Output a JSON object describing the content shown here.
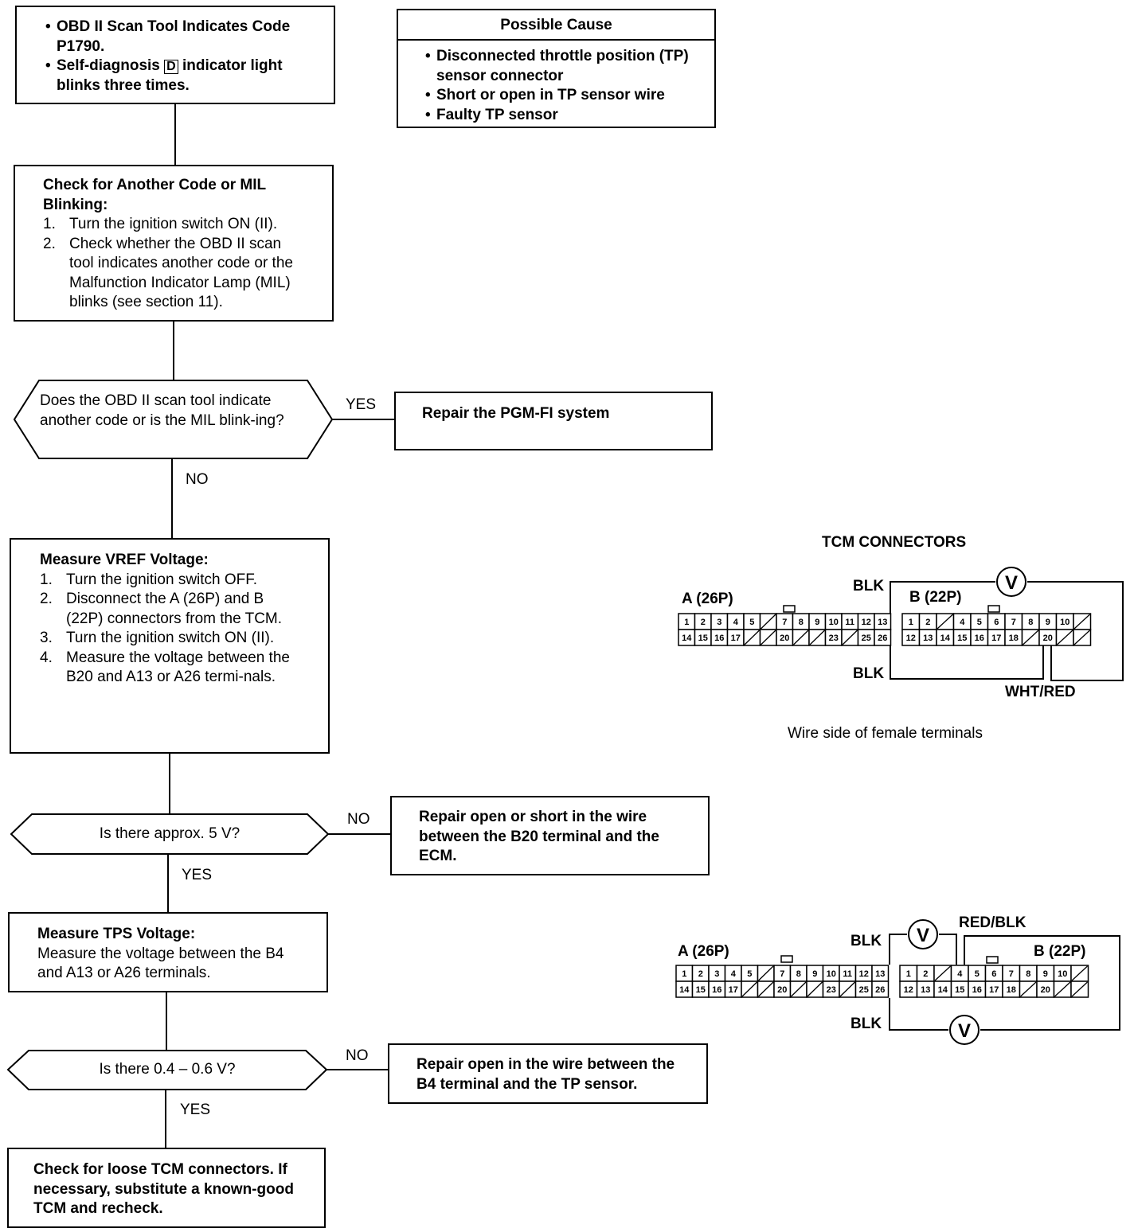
{
  "start": {
    "line1": "OBD II Scan Tool Indicates Code P1790.",
    "line2_a": "Self-diagnosis",
    "line2_d": "D",
    "line2_b": "indicator light blinks three times."
  },
  "cause": {
    "title": "Possible Cause",
    "items": [
      "Disconnected throttle position (TP) sensor connector",
      "Short or open in TP sensor wire",
      "Faulty TP sensor"
    ]
  },
  "check": {
    "title": "Check for Another Code or MIL Blinking:",
    "steps": [
      {
        "n": "1.",
        "text": "Turn the ignition switch ON (II)."
      },
      {
        "n": "2.",
        "text": "Check whether the OBD II scan tool indicates another code or the Malfunction Indicator Lamp (MIL) blinks (see section 11)."
      }
    ]
  },
  "q1": {
    "text": "Does the OBD II scan tool indicate another code or is the MIL blink-ing?",
    "yes": "YES",
    "no": "NO"
  },
  "r1": {
    "text": "Repair the PGM-FI system"
  },
  "vref": {
    "title": "Measure VREF Voltage:",
    "steps": [
      {
        "n": "1.",
        "text": "Turn the ignition switch OFF."
      },
      {
        "n": "2.",
        "text": "Disconnect the A (26P) and B (22P) connectors from the TCM."
      },
      {
        "n": "3.",
        "text": "Turn the ignition switch ON (II)."
      },
      {
        "n": "4.",
        "text": "Measure the voltage between the B20 and A13 or A26 termi-nals."
      }
    ]
  },
  "q2": {
    "text": "Is there approx. 5 V?",
    "no": "NO",
    "yes": "YES"
  },
  "r2": {
    "text": "Repair open or short in the wire between the B20 terminal and the ECM."
  },
  "tps": {
    "title": "Measure TPS Voltage:",
    "text": "Measure the voltage between the B4 and A13 or A26 terminals."
  },
  "q3": {
    "text": "Is there 0.4 – 0.6 V?",
    "no": "NO",
    "yes": "YES"
  },
  "r3": {
    "text": "Repair open in the wire between the B4 terminal and the TP sensor."
  },
  "final": {
    "text": "Check for loose TCM connectors. If necessary, substitute a known-good TCM and recheck."
  },
  "diagram1": {
    "title": "TCM CONNECTORS",
    "conn_a": "A (26P)",
    "conn_b": "B (22P)",
    "blk_top": "BLK",
    "blk_bottom": "BLK",
    "wire": "WHT/RED",
    "meter": "V",
    "caption": "Wire side of female terminals"
  },
  "diagram2": {
    "conn_a": "A (26P)",
    "conn_b": "B (22P)",
    "blk_top": "BLK",
    "blk_bottom": "BLK",
    "wire": "RED/BLK",
    "meter": "V"
  },
  "connector_a": {
    "top": [
      "1",
      "2",
      "3",
      "4",
      "5",
      "",
      "7",
      "8",
      "9",
      "10",
      "11",
      "12",
      "13"
    ],
    "bottom": [
      "14",
      "15",
      "16",
      "17",
      "",
      "",
      "20",
      "",
      "",
      "23",
      "",
      "25",
      "26"
    ]
  },
  "connector_b": {
    "top": [
      "1",
      "2",
      "",
      "4",
      "5",
      "6",
      "7",
      "8",
      "9",
      "10",
      ""
    ],
    "bottom": [
      "12",
      "13",
      "14",
      "15",
      "16",
      "17",
      "18",
      "",
      "20",
      "",
      ""
    ]
  }
}
